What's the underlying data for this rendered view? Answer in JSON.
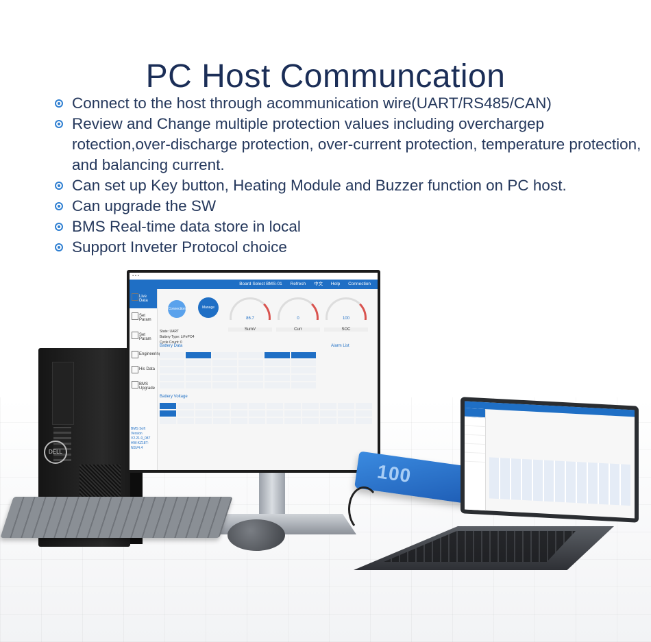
{
  "title": "PC Host Communcation",
  "features": [
    "Connect to the host through acommunication wire(UART/RS485/CAN)",
    "Review and Change multiple protection values including overchargep rotection,over-discharge protection, over-current protection, temperature protection, and balancing current.",
    "Can set up Key button, Heating Module and Buzzer function on PC host.",
    "Can upgrade the SW",
    "BMS Real-time data store in local",
    "Support Inveter Protocol choice"
  ],
  "monitor_app": {
    "nav": [
      "Board Select BMS-01",
      "Refresh",
      "中文",
      "Help",
      "Connection"
    ],
    "sidebar": [
      "Live Data",
      "Set Param",
      "Set Param",
      "Engineering",
      "His Data",
      "BMS Upgrade"
    ],
    "buttons": {
      "connection": "Connection",
      "manage": "Manage"
    },
    "info": {
      "state": "State: UART",
      "battery_type": "Battery Type: LiFePO4",
      "cycle_count": "Cycle Count: 0"
    },
    "gauges": [
      {
        "label": "SumV",
        "value": "86.7"
      },
      {
        "label": "Curr",
        "value": "0"
      },
      {
        "label": "SOC",
        "value": "100"
      }
    ],
    "battery_data_title": "Battery Data",
    "alarm_list_title": "Alarm List",
    "battery_voltage_title": "Battery Voltage",
    "status": [
      "BMS Soft Version",
      "V2.21.0_087",
      "HW:KZ18T-NSV4.4"
    ]
  },
  "battery_brand": "100",
  "device_logo": "DELL",
  "colors": {
    "accent": "#1f6fc5",
    "title": "#1b2e57",
    "bullet": "#2f7fd1"
  }
}
